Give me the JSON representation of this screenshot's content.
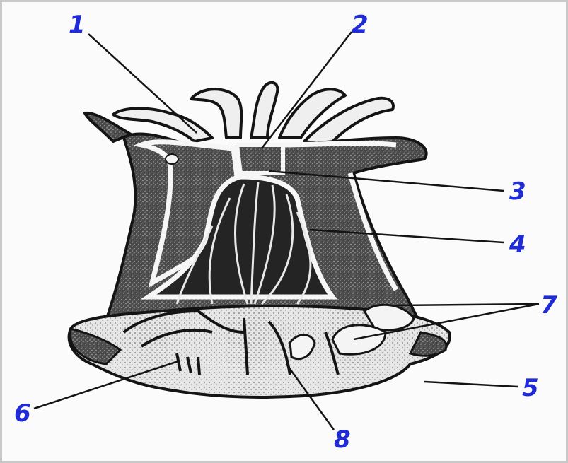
{
  "diagram": {
    "labels": [
      {
        "id": "1",
        "text": "1"
      },
      {
        "id": "2",
        "text": "2"
      },
      {
        "id": "3",
        "text": "3"
      },
      {
        "id": "4",
        "text": "4"
      },
      {
        "id": "5",
        "text": "5"
      },
      {
        "id": "6",
        "text": "6"
      },
      {
        "id": "7",
        "text": "7"
      },
      {
        "id": "8",
        "text": "8"
      }
    ]
  },
  "colors": {
    "label": "#1f2bd6",
    "ink": "#141414",
    "tissue": "#5a5a5a",
    "cut_surface": "#f6f6f6",
    "background": "#fbfbfb",
    "frame": "#c8c8c8"
  }
}
